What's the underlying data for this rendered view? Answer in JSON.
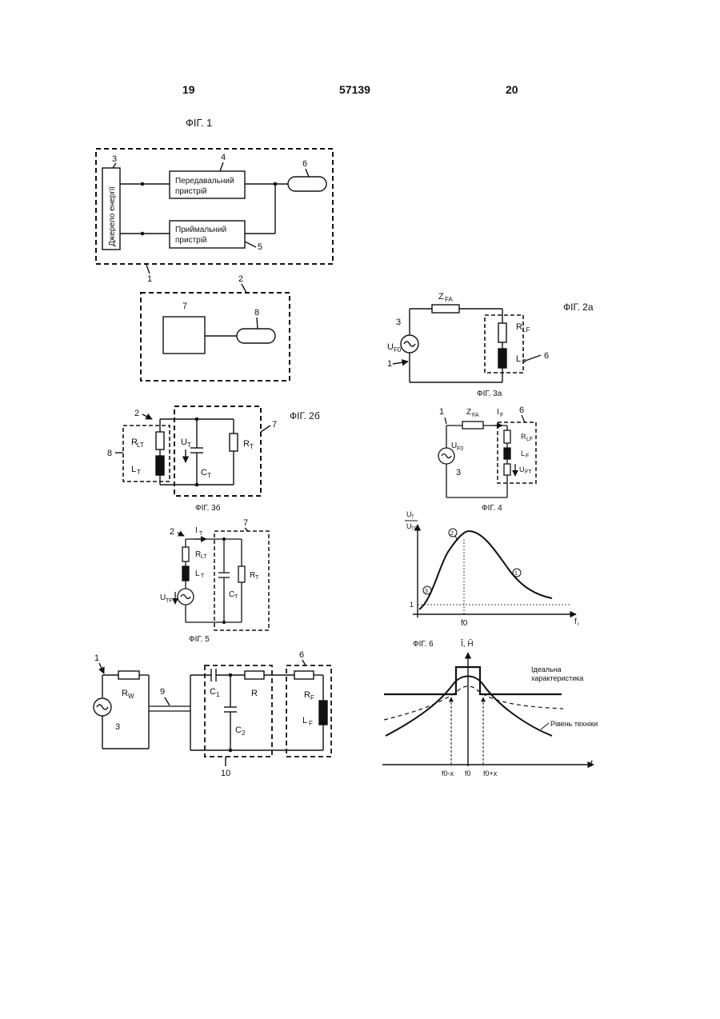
{
  "header": {
    "page_left": "19",
    "patent_number": "57139",
    "page_right": "20"
  },
  "fig1": {
    "caption": "ФІГ. 1",
    "source_label": "Джерело енергії",
    "transmitter_label_1": "Передавальний",
    "transmitter_label_2": "пристрій",
    "receiver_label_1": "Приймальний",
    "receiver_label_2": "пристрій",
    "ref_1": "1",
    "ref_2": "2",
    "ref_3": "3",
    "ref_4": "4",
    "ref_5": "5",
    "ref_6": "6",
    "ref_7": "7",
    "ref_8": "8"
  },
  "fig2a": {
    "caption": "ФІГ. 2а",
    "z": "Z",
    "z_sub": "FA",
    "u": "U",
    "u_sub": "F0",
    "rlf": "R",
    "rlf_sub": "LF",
    "lf": "L",
    "lf_sub": "F",
    "ref_1": "1",
    "ref_3": "3",
    "ref_6": "6"
  },
  "fig3a": {
    "caption": "ФІГ. 3а",
    "z": "Z",
    "z_sub": "FA",
    "i": "I",
    "i_sub": "F",
    "u": "U",
    "u_sub": "F0",
    "rlf": "R",
    "rlf_sub": "LF",
    "lf": "L",
    "lf_sub": "F",
    "uft": "U",
    "uft_sub": "FT",
    "ref_1": "1",
    "ref_3": "3",
    "ref_6": "6"
  },
  "fig2b": {
    "caption": "ФІГ. 2б",
    "rlt": "R",
    "rlt_sub": "LT",
    "lt": "L",
    "lt_sub": "T",
    "ut": "U",
    "ut_sub": "T",
    "ct": "C",
    "ct_sub": "T",
    "rt": "R",
    "rt_sub": "T",
    "ref_2": "2",
    "ref_7": "7",
    "ref_8": "8"
  },
  "fig3b": {
    "caption": "ФІГ. 3б",
    "it": "I",
    "it_sub": "T",
    "rlt": "R",
    "rlt_sub": "LT",
    "lt": "L",
    "lt_sub": "T",
    "utf": "U",
    "utf_sub": "TF",
    "ct": "C",
    "ct_sub": "T",
    "rt": "R",
    "rt_sub": "T",
    "ref_2": "2",
    "ref_7": "7"
  },
  "fig4": {
    "caption": "ФІГ. 4",
    "y_num": "U",
    "y_num_sub": "T",
    "y_den": "U",
    "y_den_sub": "TF",
    "x_label": "f",
    "x_label_sub": "r",
    "f0": "f0",
    "one": "1",
    "pt1": "1",
    "pt2": "2",
    "pt3": "3"
  },
  "fig5": {
    "caption": "ФІГ. 5",
    "rw": "R",
    "rw_sub": "W",
    "c1": "C",
    "c1_sub": "1",
    "c2": "C",
    "c2_sub": "2",
    "r": "R",
    "rf": "R",
    "rf_sub": "F",
    "lf": "L",
    "lf_sub": "F",
    "ref_1": "1",
    "ref_3": "3",
    "ref_6": "6",
    "ref_9": "9",
    "ref_10": "10"
  },
  "fig6": {
    "caption": "ФІГ. 6",
    "y_label": "Î, Ĥ",
    "x_label": "f",
    "ideal_1": "Ідеальна",
    "ideal_2": "характеристика",
    "prior_art": "Рівень техніки",
    "f_minus": "f0-x",
    "f0": "f0",
    "f_plus": "f0+x"
  }
}
